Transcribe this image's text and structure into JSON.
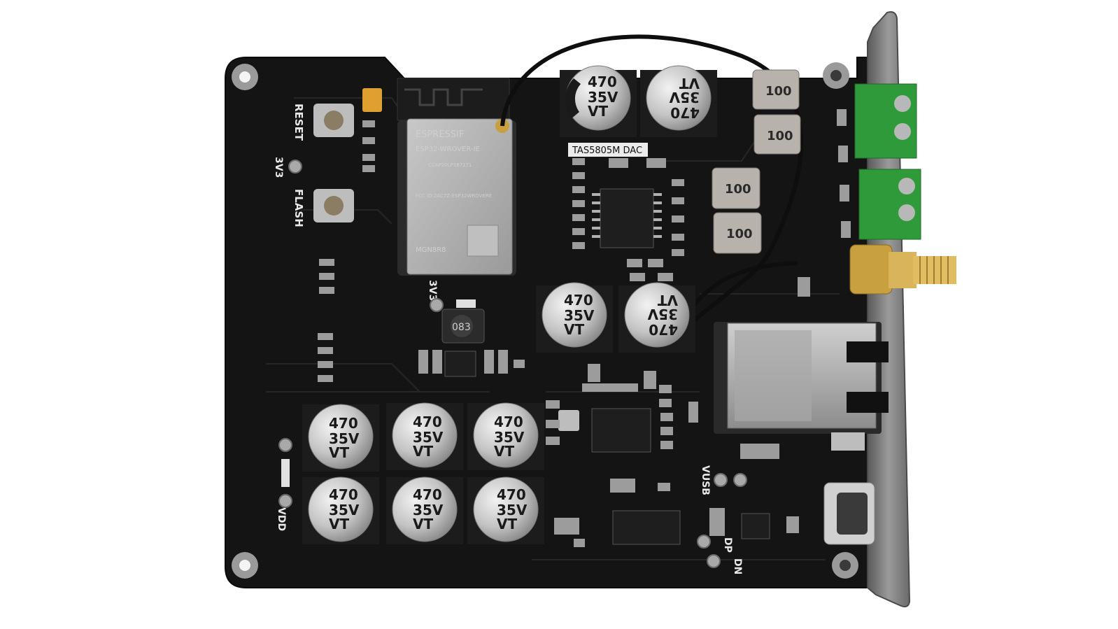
{
  "photo": {
    "subject": "ESP32 audio amplifier board",
    "colors": {
      "pcb": "#141414",
      "silkscreen": "#e8e8e8",
      "terminal": "#2f9a3a",
      "cap_body": "#c9c9c9",
      "bracket": "#7e7e7e",
      "gold": "#c8a040"
    }
  },
  "board": {
    "labels": {
      "reset": "RESET",
      "flash": "FLASH",
      "v33_left": "3V3",
      "v33_mid": "3V3",
      "vdd": "VDD",
      "vusb": "VUSB",
      "dp": "DP",
      "dn": "DN",
      "dac": "TAS5805M DAC"
    },
    "module": {
      "brand": "ESPRESSIF",
      "model": "ESP32-WROVER-IE",
      "line1": "CCAP20LP1671T1",
      "line2": "FCC ID:2AC7Z-ESP32WROVERE",
      "line3": "MGN8R8"
    },
    "inductor_mark": "083",
    "cap_value": "470",
    "cap_voltage": "35V",
    "cap_series": "VT",
    "inductor_value": "100"
  }
}
